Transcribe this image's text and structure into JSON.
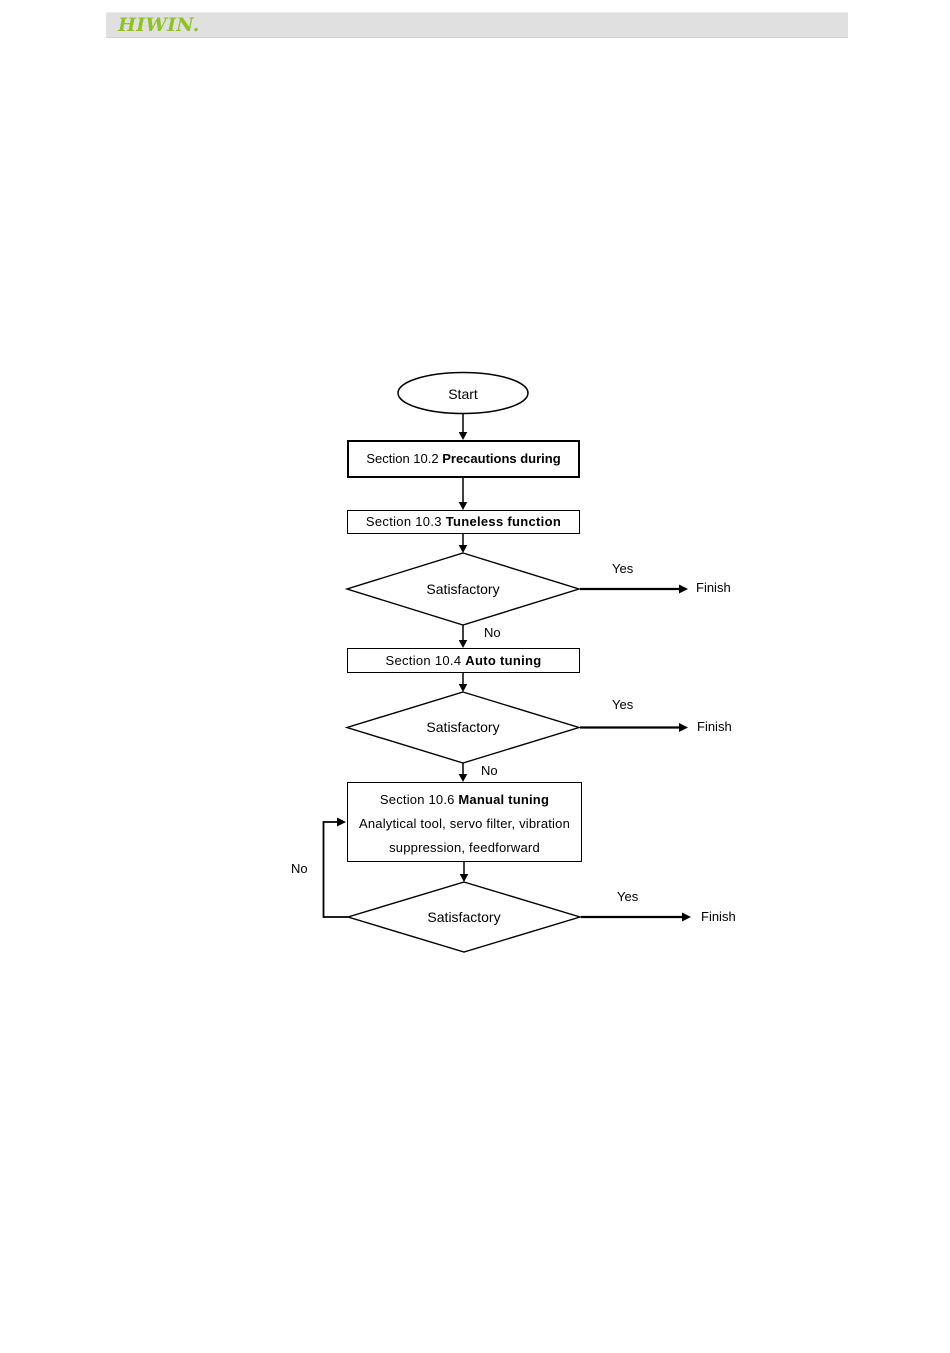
{
  "header": {
    "logo_text": "HIWIN."
  },
  "flowchart": {
    "start_label": "Start",
    "boxes": [
      {
        "prefix": "Section 10.2",
        "bold": "Precautions during"
      },
      {
        "prefix": "Section 10.3",
        "bold": "Tuneless function"
      },
      {
        "prefix": "Section 10.4",
        "bold": "Auto tuning"
      },
      {
        "prefix": "Section 10.6",
        "bold": "Manual tuning",
        "line2": "Analytical tool, servo filter, vibration",
        "line3": "suppression, feedforward"
      }
    ],
    "decisions": [
      {
        "label": "Satisfactory",
        "yes_label": "Yes",
        "no_label": "No",
        "finish_label": "Finish"
      },
      {
        "label": "Satisfactory",
        "yes_label": "Yes",
        "no_label": "No",
        "finish_label": "Finish"
      },
      {
        "label": "Satisfactory",
        "yes_label": "Yes",
        "no_label": "No",
        "finish_label": "Finish"
      }
    ],
    "colors": {
      "line": "#000000",
      "brand_green": "#8fc31f",
      "header_bar": "#e0e0e0"
    }
  }
}
